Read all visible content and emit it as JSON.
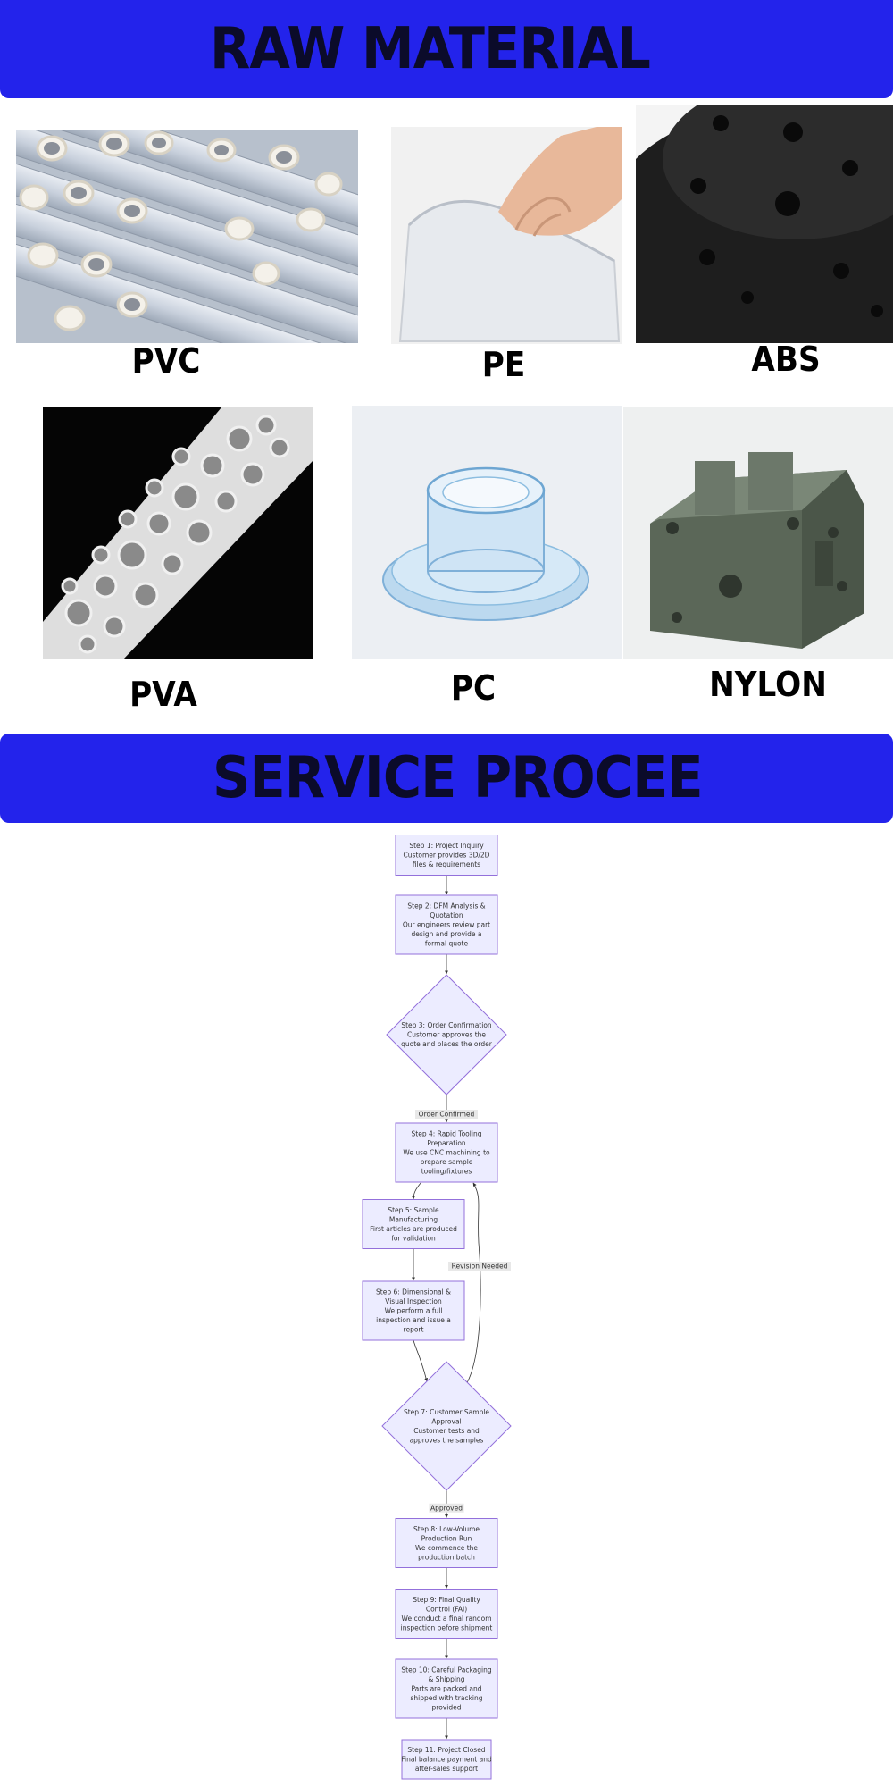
{
  "sections": {
    "raw_material_title": "RAW MATERIAL",
    "service_title": "SERVICE PROCEE"
  },
  "materials": [
    {
      "label": "PVC",
      "image": "white-pvc-pipes-photo"
    },
    {
      "label": "PE",
      "image": "transparent-pe-sheet-photo"
    },
    {
      "label": "ABS",
      "image": "black-abs-part-photo"
    },
    {
      "label": "PVA",
      "image": "white-pva-lattice-photo"
    },
    {
      "label": "PC",
      "image": "clear-pc-flange-photo"
    },
    {
      "label": "NYLON",
      "image": "green-nylon-block-photo"
    }
  ],
  "flowchart": {
    "colors": {
      "node_fill": "#ececff",
      "node_stroke": "#9370db",
      "edge": "#333333"
    },
    "nodes": [
      {
        "id": "s1",
        "shape": "rect",
        "lines": [
          "Step 1: Project Inquiry",
          "Customer provides 3D/2D",
          "files & requirements"
        ]
      },
      {
        "id": "s2",
        "shape": "rect",
        "lines": [
          "Step 2: DFM Analysis &",
          "Quotation",
          "Our engineers review part",
          "design and provide a",
          "formal quote"
        ]
      },
      {
        "id": "s3",
        "shape": "diamond",
        "lines": [
          "Step 3: Order Confirmation",
          "Customer approves the",
          "quote and places the order"
        ]
      },
      {
        "id": "s4",
        "shape": "rect",
        "lines": [
          "Step 4: Rapid Tooling",
          "Preparation",
          "We use CNC machining to",
          "prepare sample",
          "tooling/fixtures"
        ]
      },
      {
        "id": "s5",
        "shape": "rect",
        "lines": [
          "Step 5: Sample",
          "Manufacturing",
          "First articles are produced",
          "for validation"
        ]
      },
      {
        "id": "s6",
        "shape": "rect",
        "lines": [
          "Step 6: Dimensional &",
          "Visual Inspection",
          "We perform a full",
          "inspection and issue a",
          "report"
        ]
      },
      {
        "id": "s7",
        "shape": "diamond",
        "lines": [
          "Step 7: Customer Sample",
          "Approval",
          "Customer tests and",
          "approves the samples"
        ]
      },
      {
        "id": "s8",
        "shape": "rect",
        "lines": [
          "Step 8: Low-Volume",
          "Production Run",
          "We commence the",
          "production batch"
        ]
      },
      {
        "id": "s9",
        "shape": "rect",
        "lines": [
          "Step 9: Final Quality",
          "Control (FAI)",
          "We conduct a final random",
          "inspection before shipment"
        ]
      },
      {
        "id": "s10",
        "shape": "rect",
        "lines": [
          "Step 10: Careful Packaging",
          "& Shipping",
          "Parts are packed and",
          "shipped with tracking",
          "provided"
        ]
      },
      {
        "id": "s11",
        "shape": "rect",
        "lines": [
          "Step 11: Project Closed",
          "Final balance payment and",
          "after-sales support"
        ]
      }
    ],
    "edges": [
      {
        "from": "s1",
        "to": "s2",
        "label": ""
      },
      {
        "from": "s2",
        "to": "s3",
        "label": ""
      },
      {
        "from": "s3",
        "to": "s4",
        "label": "Order Confirmed"
      },
      {
        "from": "s4",
        "to": "s5",
        "label": ""
      },
      {
        "from": "s5",
        "to": "s6",
        "label": ""
      },
      {
        "from": "s6",
        "to": "s7",
        "label": ""
      },
      {
        "from": "s7",
        "to": "s4",
        "label": "Revision Needed"
      },
      {
        "from": "s7",
        "to": "s8",
        "label": "Approved"
      },
      {
        "from": "s8",
        "to": "s9",
        "label": ""
      },
      {
        "from": "s9",
        "to": "s10",
        "label": ""
      },
      {
        "from": "s10",
        "to": "s11",
        "label": ""
      }
    ]
  }
}
